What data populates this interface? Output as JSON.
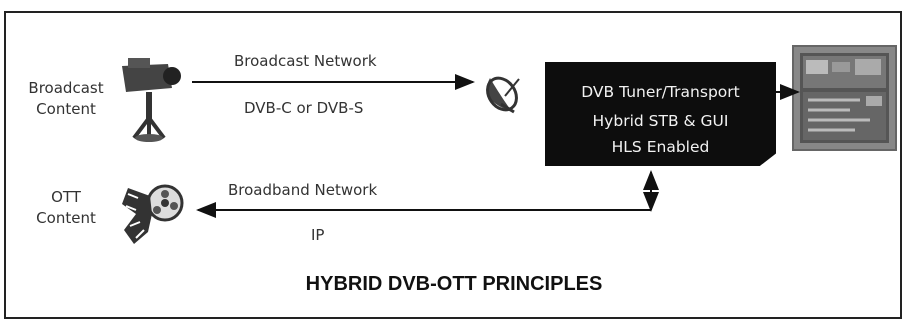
{
  "diagram": {
    "broadcast_content": [
      "Broadcast",
      "Content"
    ],
    "ott_content": [
      "OTT",
      "Content"
    ],
    "broadcast_network": "Broadcast Network",
    "dvb_variant": "DVB-C or DVB-S",
    "broadband_network": "Broadband Network",
    "ip_label": "IP",
    "stb_lines": [
      "DVB Tuner/Transport",
      "Hybrid STB & GUI",
      "HLS Enabled"
    ],
    "title": "HYBRID DVB-OTT PRINCIPLES"
  },
  "icons": [
    "camera-icon",
    "satellite-dish-icon",
    "film-reel-icon",
    "tv-screen-icon"
  ]
}
